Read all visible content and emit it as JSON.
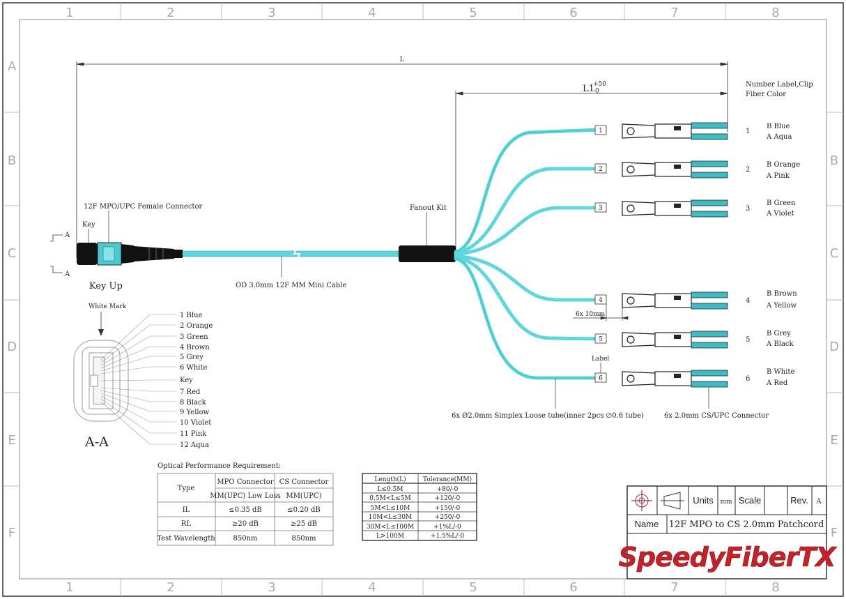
{
  "frame": {
    "columns": [
      "1",
      "2",
      "3",
      "4",
      "5",
      "6",
      "7",
      "8"
    ],
    "rows": [
      "A",
      "B",
      "C",
      "D",
      "E",
      "F"
    ]
  },
  "dims": {
    "L": "L",
    "L1": "L1",
    "L1_plus": "+50",
    "L1_minus": "-0",
    "six_x": "6x 10mm"
  },
  "top_right": {
    "line1": "Number Label,Clip",
    "line2": "Fiber Color"
  },
  "labels": {
    "mpo": "12F MPO/UPC Female Connector",
    "key": "Key",
    "key_up": "Key Up",
    "fanout": "Fanout Kit",
    "cable": "OD 3.0mm 12F MM Mini Cable",
    "label": "Label",
    "tube": "6x Ø2.0mm Simplex Loose tube(inner 2pcs ∅0.6 tube)",
    "cs": "6x 2.0mm CS/UPC Connector",
    "a_mark": "A",
    "white_mark": "White Mark",
    "section": "A-A"
  },
  "legs": [
    {
      "num": "1",
      "b": "B  Blue",
      "a": "A  Aqua"
    },
    {
      "num": "2",
      "b": "B  Orange",
      "a": "A  Pink"
    },
    {
      "num": "3",
      "b": "B  Green",
      "a": "A  Violet"
    },
    {
      "num": "4",
      "b": "B  Brown",
      "a": "A  Yellow"
    },
    {
      "num": "5",
      "b": "B  Grey",
      "a": "A  Black"
    },
    {
      "num": "6",
      "b": "B  White",
      "a": "A  Red"
    }
  ],
  "fiber_list": [
    "1 Blue",
    "2 Orange",
    "3 Green",
    "4 Brown",
    "5 Grey",
    "6 White",
    "Key",
    "7 Red",
    "8 Black",
    "9 Yellow",
    "10 Violet",
    "11 Pink",
    "12 Aqua"
  ],
  "optical": {
    "title": "Optical Performance Requirement:",
    "type": "Type",
    "mpo": "MPO Connector",
    "cs": "CS Connector",
    "mpo_sub": "MM(UPC)  Low Loss",
    "cs_sub": "MM(UPC)",
    "rows": [
      {
        "name": "IL",
        "mpo": "≤0.35 dB",
        "cs": "≤0.20 dB"
      },
      {
        "name": "RL",
        "mpo": "≥20 dB",
        "cs": "≥25 dB"
      },
      {
        "name": "Test Wavelength",
        "mpo": "850nm",
        "cs": "850nm"
      }
    ]
  },
  "tolerance": {
    "h1": "Length(L)",
    "h2": "Tolerance(MM)",
    "rows": [
      [
        "L≤0.5M",
        "+80/-0"
      ],
      [
        "0.5M<L≤5M",
        "+120/-0"
      ],
      [
        "5M<L≤10M",
        "+150/-0"
      ],
      [
        "10M<L≤30M",
        "+250/-0"
      ],
      [
        "30M<L≤100M",
        "+1%L/-0"
      ],
      [
        "L>100M",
        "+1.5%L/-0"
      ]
    ]
  },
  "title_block": {
    "units": "Units",
    "units_val": "mm",
    "scale": "Scale",
    "rev": "Rev.",
    "rev_val": "A",
    "name": "Name",
    "name_val": "12F MPO to CS 2.0mm Patchcord",
    "brand": "SpeedyFiberTX"
  },
  "colors": {
    "aqua": "#5fd6dc",
    "aqua_dark": "#3fbcc4",
    "brand": "#c4222a"
  }
}
